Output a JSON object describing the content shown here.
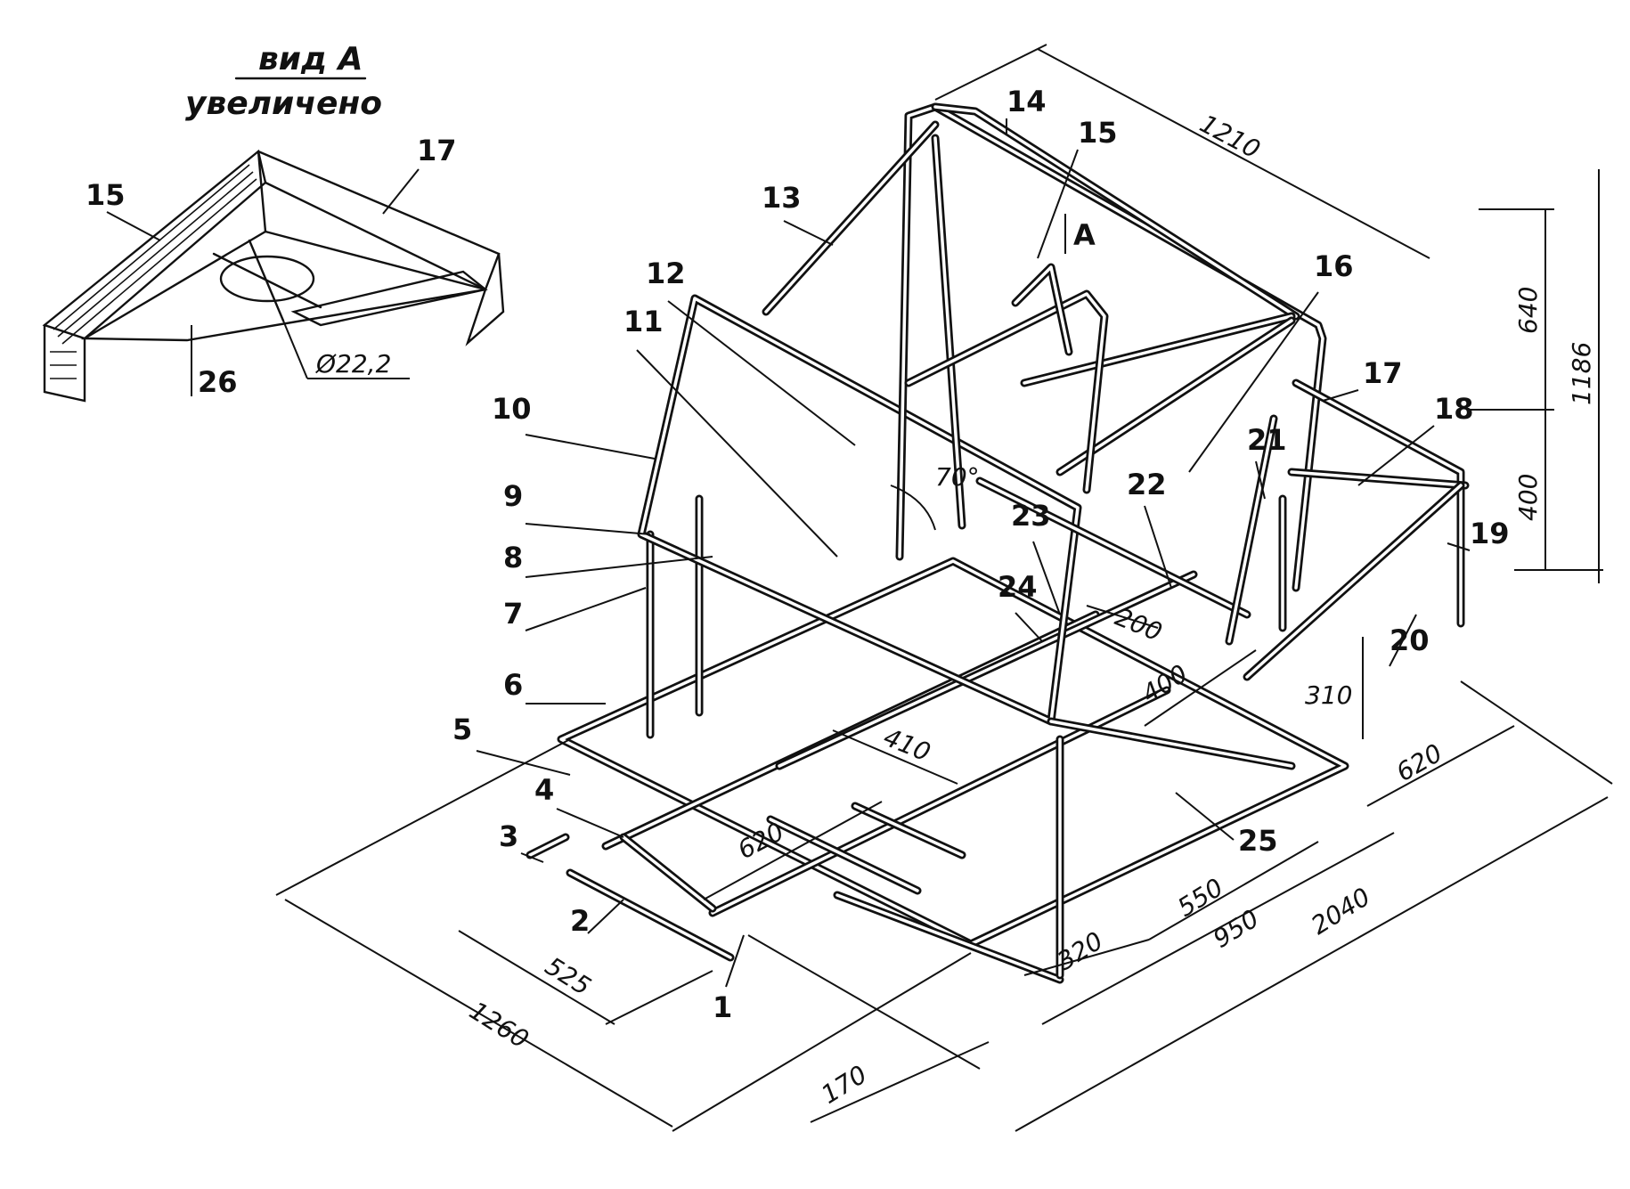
{
  "view_a": {
    "title_line1": "вид А",
    "title_line2": "увеличено",
    "diameter": "Ø22,2",
    "labels": [
      "15",
      "17",
      "26"
    ]
  },
  "callouts": [
    "1",
    "2",
    "3",
    "4",
    "5",
    "6",
    "7",
    "8",
    "9",
    "10",
    "11",
    "12",
    "13",
    "14",
    "15",
    "16",
    "17",
    "18",
    "19",
    "20",
    "21",
    "22",
    "23",
    "24",
    "25"
  ],
  "section_mark": "А",
  "angle": "70°",
  "dimensions": {
    "d1210": "1210",
    "d640": "640",
    "d1186": "1186",
    "d400_right": "400",
    "d310": "310",
    "d620_right": "620",
    "d200": "200",
    "d400_mid": "400",
    "d410": "410",
    "d620_left": "620",
    "d525": "525",
    "d1260": "1260",
    "d170": "170",
    "d320": "320",
    "d550": "550",
    "d950": "950",
    "d2040": "2040"
  }
}
